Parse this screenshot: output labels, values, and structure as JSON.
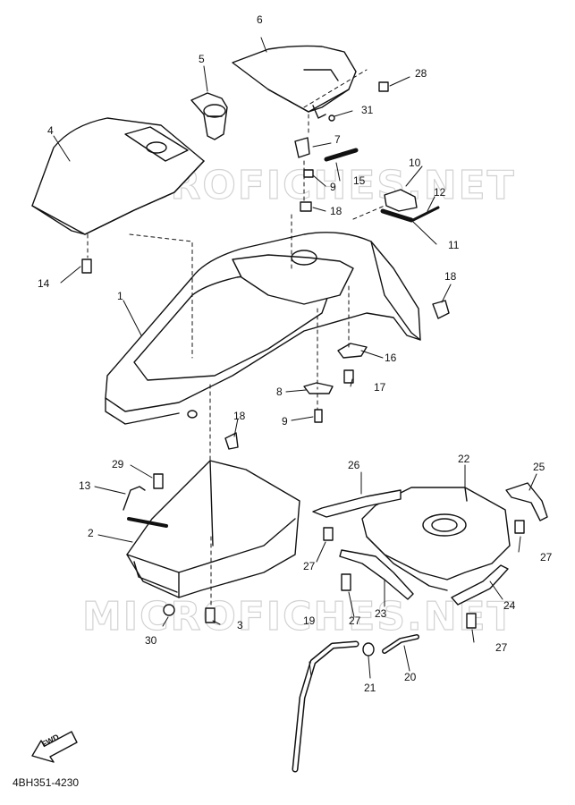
{
  "diagram": {
    "code": "4BH351-4230",
    "fwd_label": "FWD",
    "watermarks": [
      "MICROFICHES.NET",
      "MICROFICHES.NET"
    ],
    "parts": [
      {
        "num": "1"
      },
      {
        "num": "2"
      },
      {
        "num": "3"
      },
      {
        "num": "4"
      },
      {
        "num": "5"
      },
      {
        "num": "6"
      },
      {
        "num": "7"
      },
      {
        "num": "8"
      },
      {
        "num": "9"
      },
      {
        "num": "9"
      },
      {
        "num": "10"
      },
      {
        "num": "11"
      },
      {
        "num": "12"
      },
      {
        "num": "13"
      },
      {
        "num": "14"
      },
      {
        "num": "15"
      },
      {
        "num": "16"
      },
      {
        "num": "17"
      },
      {
        "num": "18"
      },
      {
        "num": "18"
      },
      {
        "num": "18"
      },
      {
        "num": "19"
      },
      {
        "num": "20"
      },
      {
        "num": "21"
      },
      {
        "num": "22"
      },
      {
        "num": "23"
      },
      {
        "num": "24"
      },
      {
        "num": "25"
      },
      {
        "num": "26"
      },
      {
        "num": "27"
      },
      {
        "num": "27"
      },
      {
        "num": "27"
      },
      {
        "num": "27"
      },
      {
        "num": "28"
      },
      {
        "num": "29"
      },
      {
        "num": "30"
      },
      {
        "num": "31"
      }
    ]
  }
}
